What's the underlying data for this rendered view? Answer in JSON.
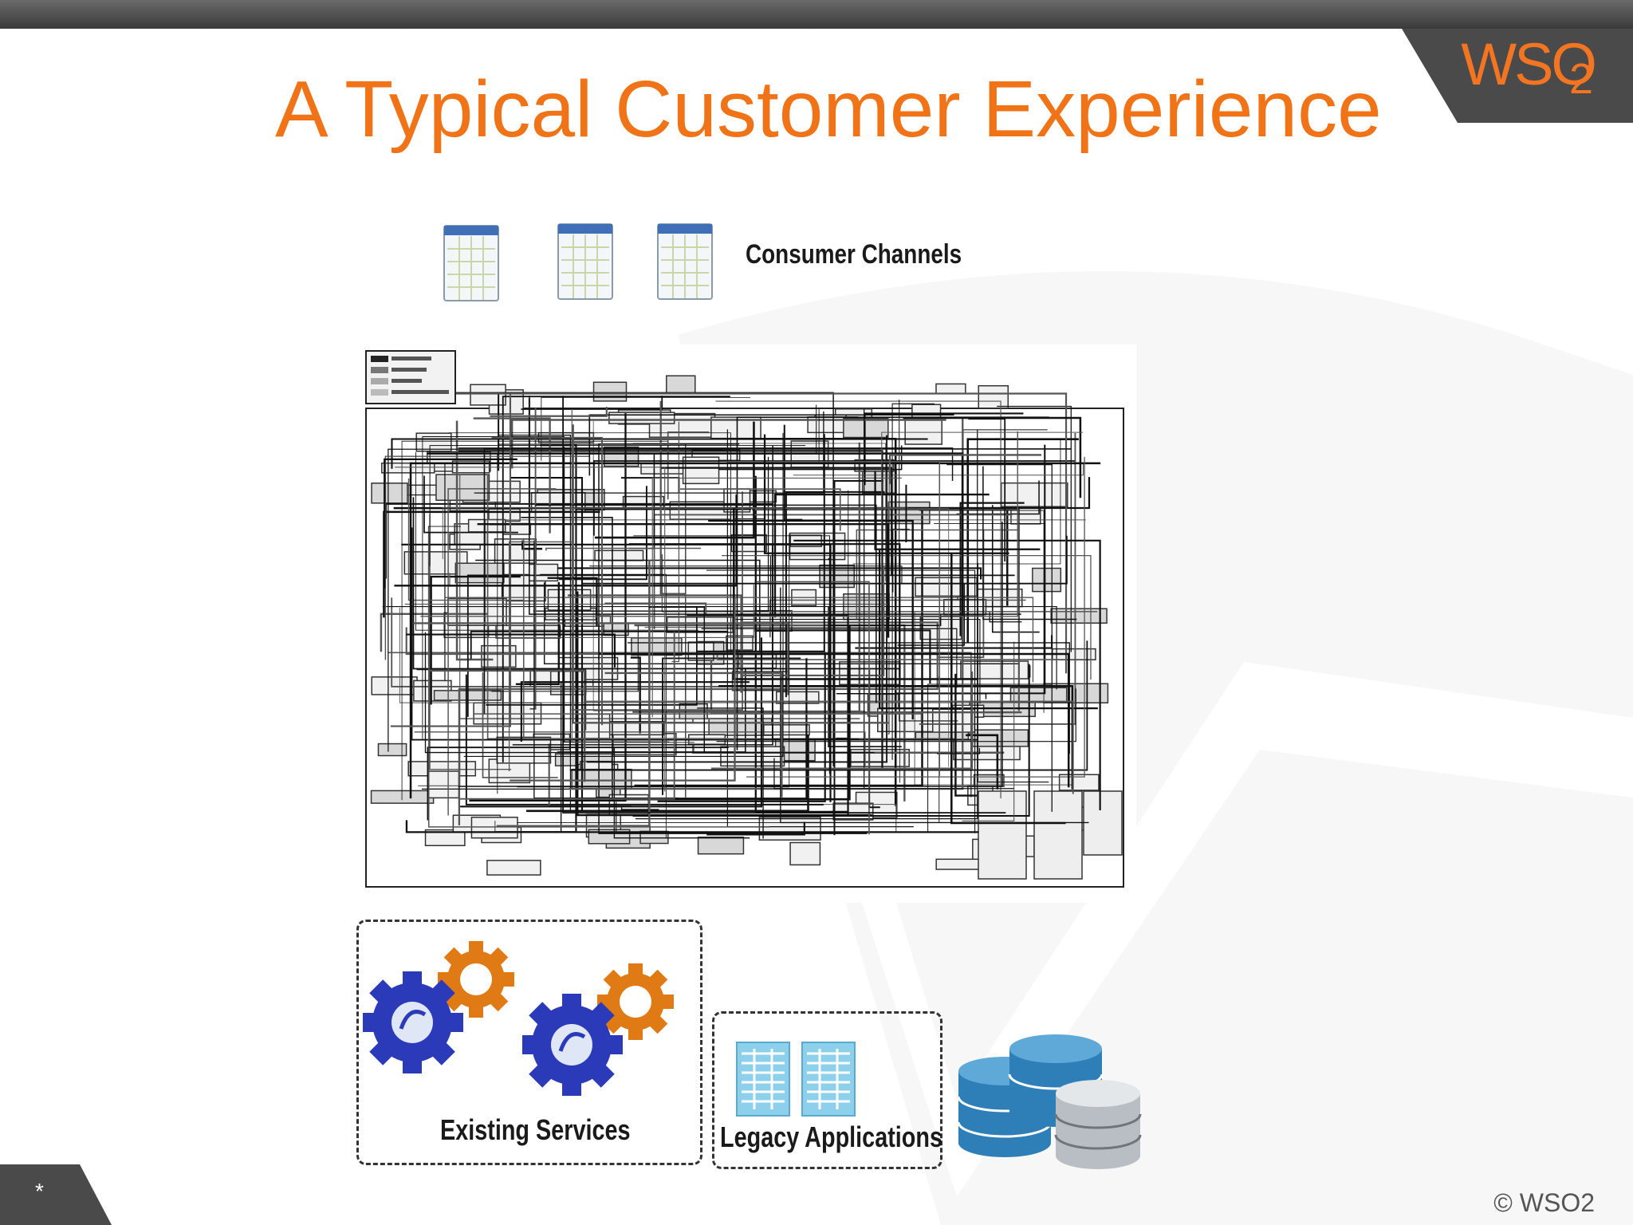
{
  "slide": {
    "title": "A Typical Customer Experience",
    "logo_text": "WSO",
    "logo_sub": "2",
    "slide_number": "*",
    "copyright": "© WSO2"
  },
  "diagram": {
    "consumer_channels_label": "Consumer Channels",
    "existing_services_label": "Existing Services",
    "legacy_applications_label": "Legacy Applications",
    "channel_icons": [
      "app-window-icon",
      "app-window-icon",
      "app-window-icon"
    ],
    "service_icons": [
      "gears-icon",
      "gears-icon"
    ],
    "legacy_icons": [
      "server-icon",
      "server-icon"
    ],
    "database_icons": [
      "database-icon",
      "database-icon"
    ]
  },
  "colors": {
    "title": "#f07318",
    "brand": "#f47521",
    "gear_blue": "#2a3ab8",
    "gear_orange": "#e07a14",
    "database_blue": "#2e7fb8",
    "server_blue": "#8dd0ec"
  }
}
